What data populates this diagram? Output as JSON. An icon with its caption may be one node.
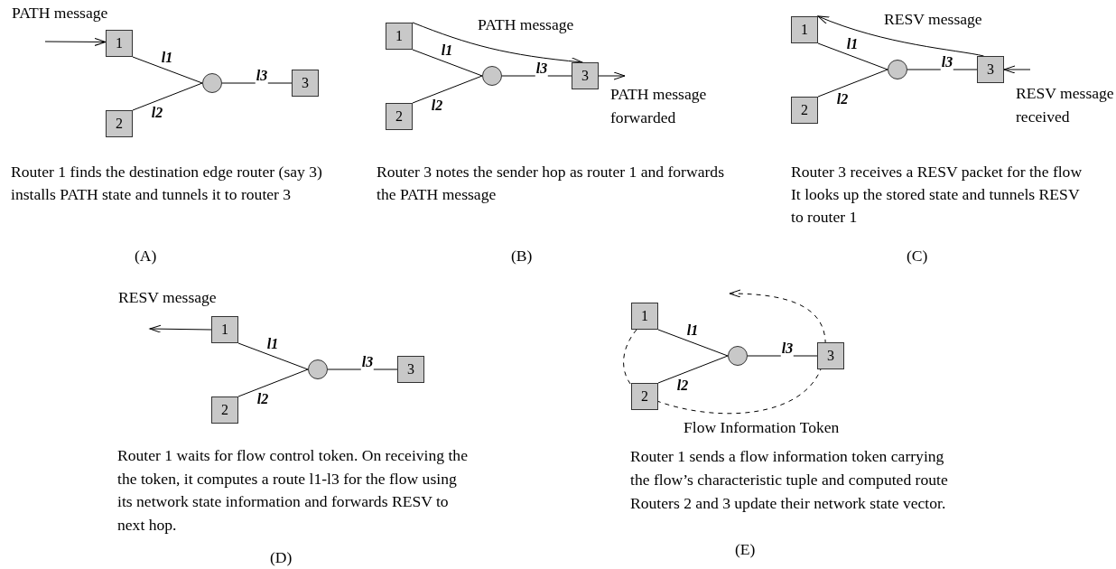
{
  "diagram": {
    "nodes": [
      {
        "text": [
          "1"
        ]
      },
      {
        "text": [
          "2"
        ]
      },
      {
        "text": [],
        "shape": "circle"
      },
      {
        "text": [
          "3"
        ]
      },
      {
        "text": [
          "1"
        ]
      },
      {
        "text": [
          "2"
        ]
      },
      {
        "text": [],
        "shape": "circle"
      },
      {
        "text": [
          "3"
        ]
      },
      {
        "text": [
          "1"
        ]
      },
      {
        "text": [
          "2"
        ]
      },
      {
        "text": [],
        "shape": "circle"
      },
      {
        "text": [
          "3"
        ]
      },
      {
        "text": [
          "1"
        ]
      },
      {
        "text": [
          "2"
        ]
      },
      {
        "text": [],
        "shape": "circle"
      },
      {
        "text": [
          "3"
        ]
      },
      {
        "text": [
          "1"
        ]
      },
      {
        "text": [
          "2"
        ]
      },
      {
        "text": [],
        "shape": "circle"
      },
      {
        "text": [
          "3"
        ]
      }
    ],
    "edges": [
      {
        "from": 0,
        "to": 2,
        "arrow": "none",
        "label": "l1"
      },
      {
        "from": 1,
        "to": 2,
        "arrow": "none",
        "label": "l2"
      },
      {
        "from": 2,
        "to": 3,
        "arrow": "none",
        "label": "l3"
      },
      {
        "from": null,
        "to": 0,
        "arrow": "to",
        "label": "PATH message"
      },
      {
        "from": 4,
        "to": 6,
        "arrow": "none",
        "label": "l1"
      },
      {
        "from": 5,
        "to": 6,
        "arrow": "none",
        "label": "l2"
      },
      {
        "from": 6,
        "to": 7,
        "arrow": "none",
        "label": "l3"
      },
      {
        "from": 7,
        "to": null,
        "arrow": "to",
        "label": "PATH message forwarded"
      },
      {
        "from": 8,
        "to": 10,
        "arrow": "none",
        "label": "l1"
      },
      {
        "from": 9,
        "to": 10,
        "arrow": "none",
        "label": "l2"
      },
      {
        "from": 10,
        "to": 11,
        "arrow": "none",
        "label": "l3"
      },
      {
        "from": null,
        "to": 11,
        "arrow": "to",
        "label": "RESV message received"
      },
      {
        "from": 12,
        "to": 14,
        "arrow": "none",
        "label": "l1"
      },
      {
        "from": 13,
        "to": 14,
        "arrow": "none",
        "label": "l2"
      },
      {
        "from": 14,
        "to": 15,
        "arrow": "none",
        "label": "l3"
      },
      {
        "from": 12,
        "to": null,
        "arrow": "to",
        "label": "RESV message"
      },
      {
        "from": 16,
        "to": 18,
        "arrow": "none",
        "label": "l1"
      },
      {
        "from": 17,
        "to": 18,
        "arrow": "none",
        "label": "l2"
      },
      {
        "from": 18,
        "to": 19,
        "arrow": "none",
        "label": "l3"
      },
      {
        "from": 16,
        "to": null,
        "arrow": "to",
        "style": "dashed",
        "label": "Flow Information Token"
      },
      {
        "from": 4,
        "to": 7,
        "arrow": "to",
        "label": "PATH message"
      },
      {
        "from": 11,
        "to": 8,
        "arrow": "to",
        "label": "RESV message"
      }
    ],
    "labels": [
      "Router 1 finds the destination edge router (say 3) installs PATH state and tunnels it to router 3",
      "Router 3 notes the sender hop as router 1 and forwards the PATH message",
      "Router 3 receives a RESV packet for the flow It looks up the stored state and tunnels RESV to router 1",
      "(A)",
      "(B)",
      "(C)",
      "Router 1 waits for flow control token. On receiving the the token, it computes a route l1-l3 for the flow using its network state information and forwards RESV to next hop.",
      "Router 1 sends a flow information token carrying the flow’s characteristic tuple and computed route Routers 2 and 3 update their network state vector.",
      "(D)",
      "(E)"
    ]
  }
}
